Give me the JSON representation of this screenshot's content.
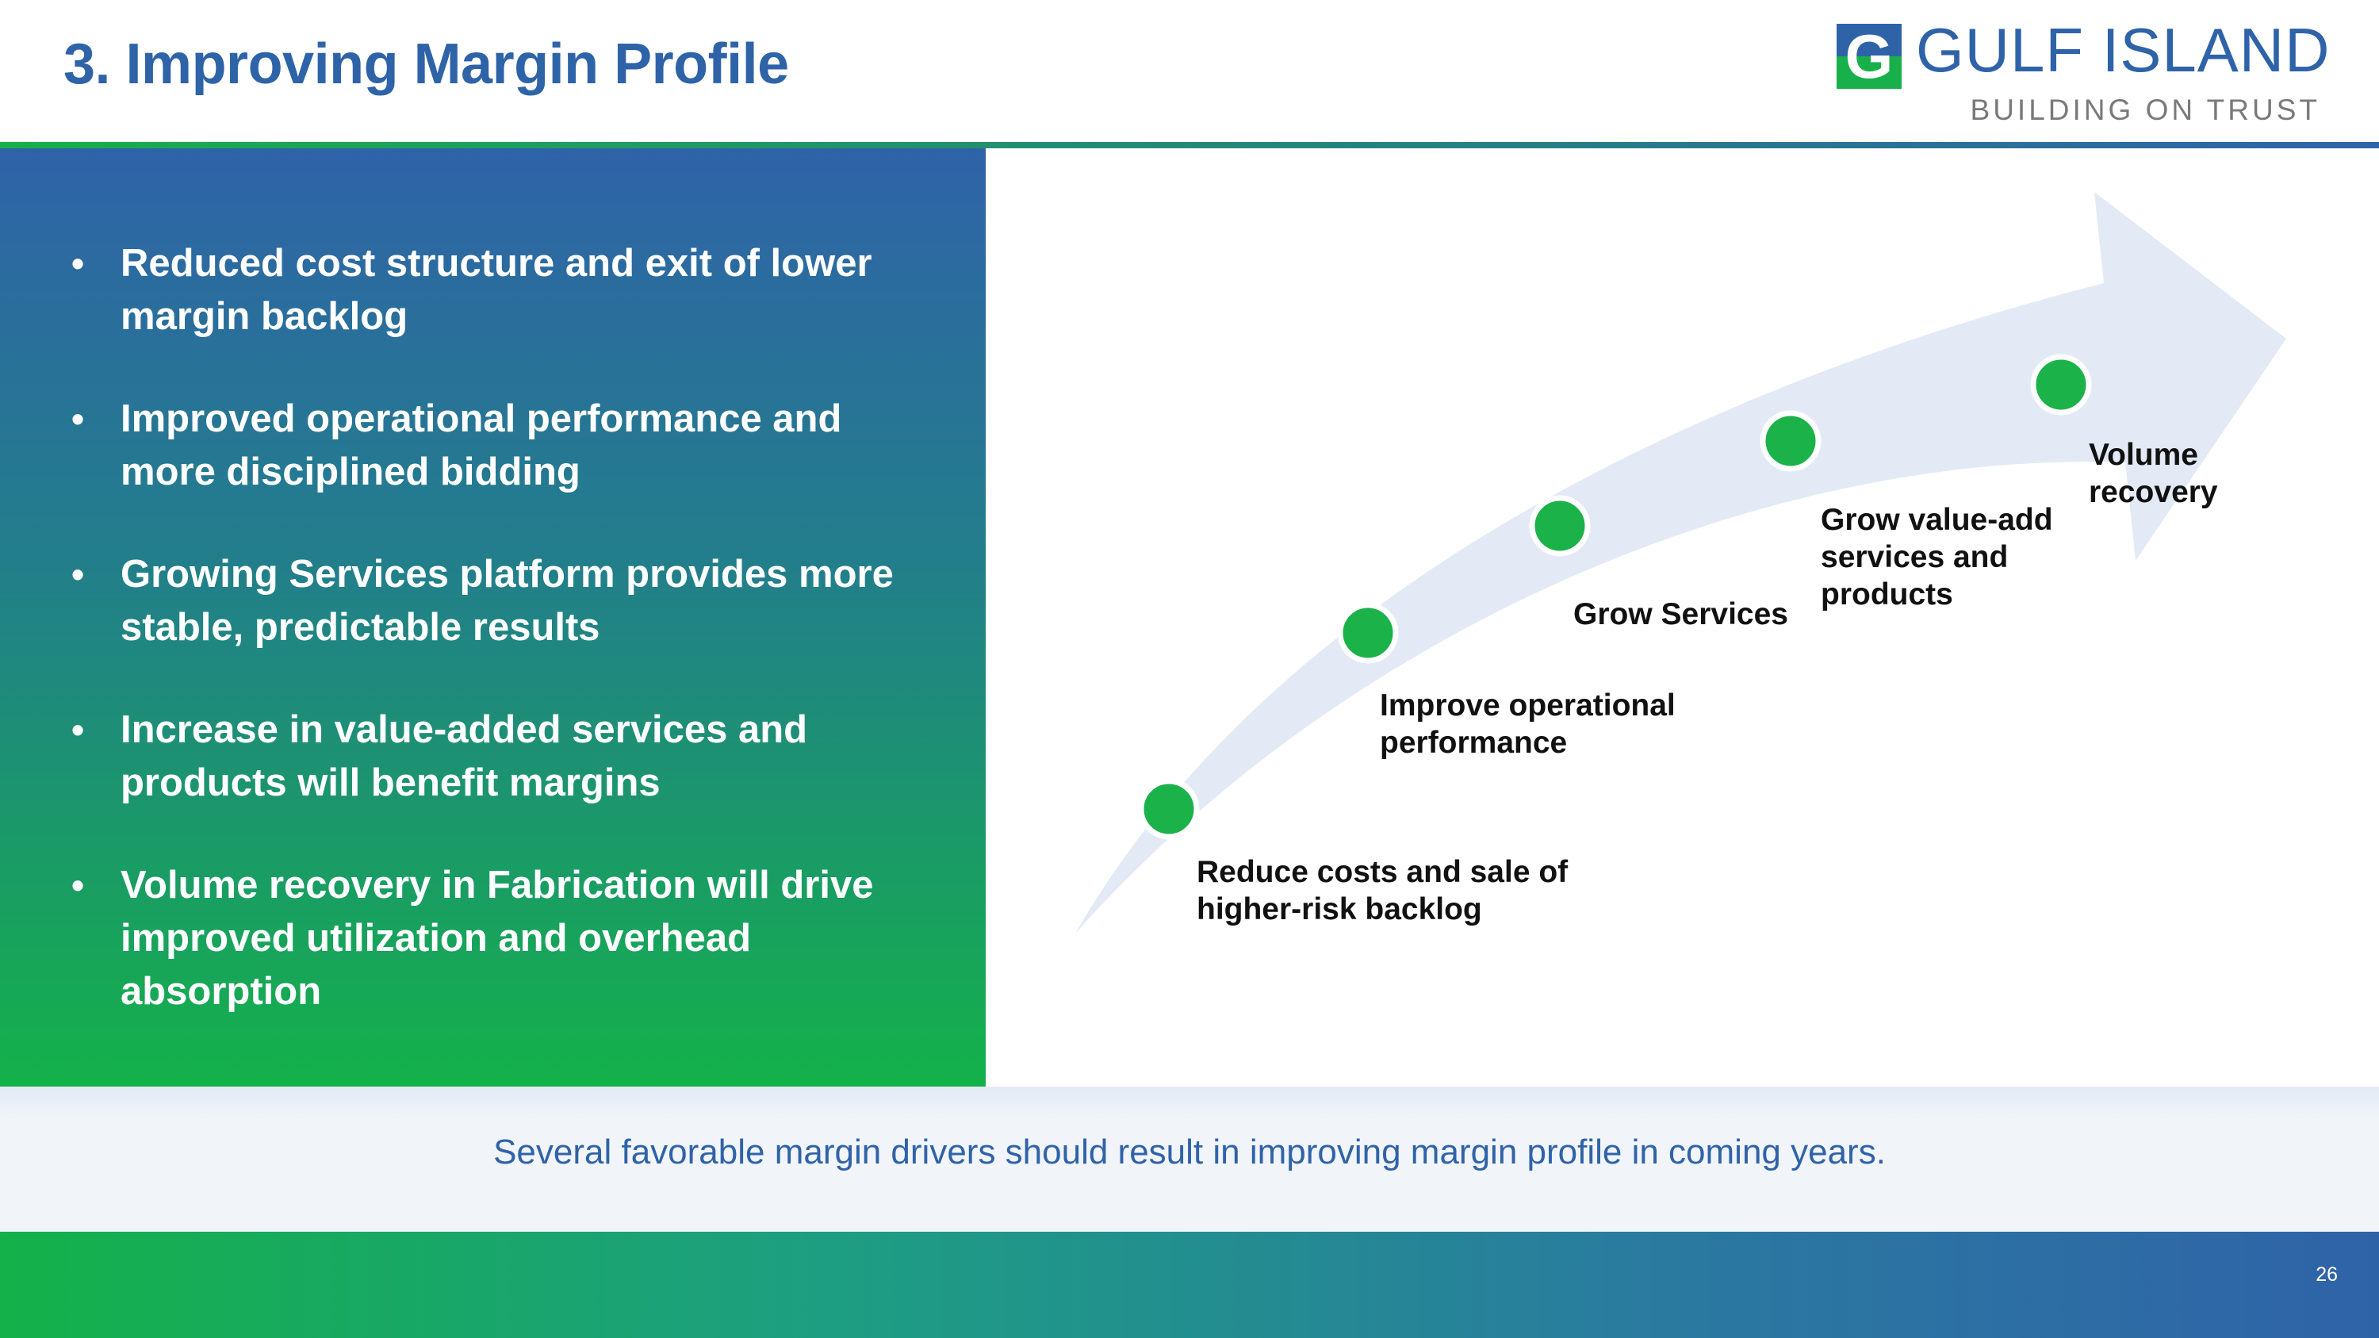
{
  "header": {
    "title": "3. Improving Margin Profile"
  },
  "logo": {
    "name": "GULF ISLAND",
    "tagline": "BUILDING ON TRUST",
    "mark_letter": "G",
    "colors": {
      "blue": "#2f63a8",
      "green": "#18b04a"
    }
  },
  "bullets": [
    "Reduced cost structure and exit of lower margin backlog",
    "Improved operational performance and more disciplined bidding",
    "Growing Services platform provides more stable, predictable results",
    "Increase in value-added services and products will benefit margins",
    "Volume recovery in Fabrication will drive improved utilization and overhead absorption"
  ],
  "bullet_glyph": "•",
  "steps": [
    "Reduce costs and sale of\nhigher-risk backlog",
    "Improve operational\nperformance",
    "Grow Services",
    "Grow value-add\nservices and\nproducts",
    "Volume\nrecovery"
  ],
  "summary": "Several favorable margin drivers should result in improving margin profile in coming years.",
  "footer": {
    "page_number": "26"
  },
  "colors": {
    "brand_blue": "#2f63a8",
    "brand_green": "#14b14a",
    "dot_green": "#1bb24a",
    "arrow_fill": "#e3eaf6"
  },
  "icons": {
    "bullet": "bullet-dot-icon",
    "logo": "gulf-island-logo-icon",
    "arrow": "curved-arrow-icon",
    "milestone": "milestone-dot-icon"
  }
}
